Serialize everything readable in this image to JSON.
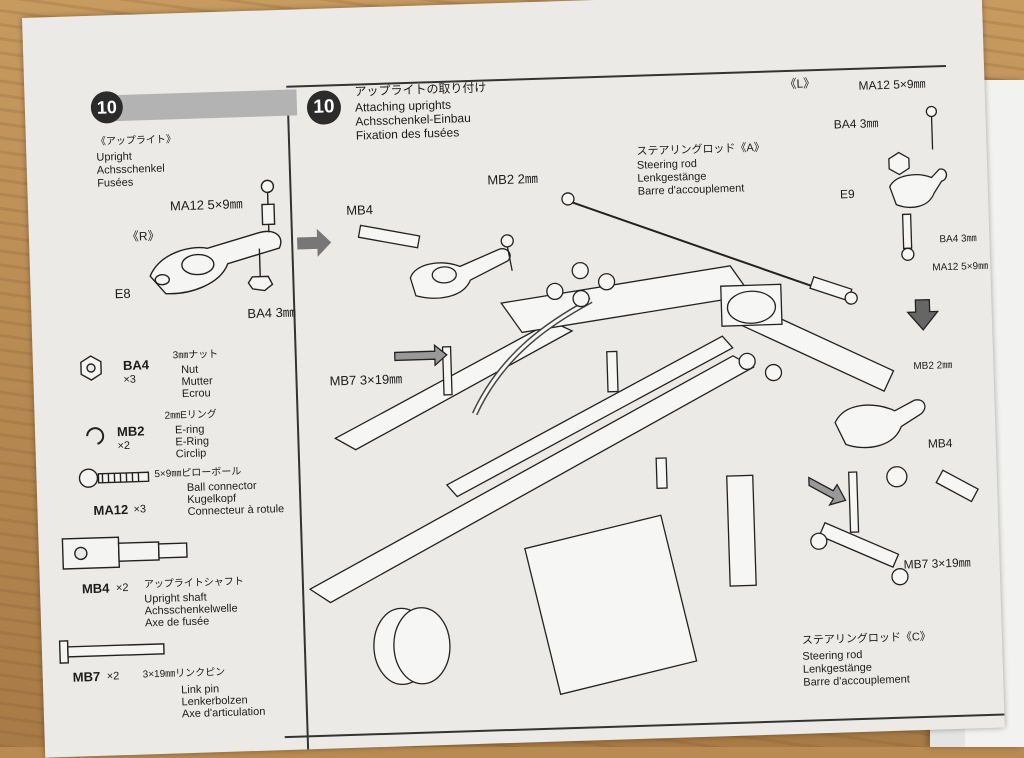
{
  "left": {
    "step": "10",
    "upright_jp": "《アップライト》",
    "upright_en": "Upright",
    "upright_de": "Achsschenkel",
    "upright_fr": "Fusées",
    "side_r": "《R》",
    "ma12_label": "MA12 5×9㎜",
    "e8_label": "E8",
    "ba4_label": "BA4 3㎜"
  },
  "parts": [
    {
      "code": "BA4",
      "qty": "×3",
      "jp": "3㎜ナット",
      "en": "Nut",
      "de": "Mutter",
      "fr": "Ecrou"
    },
    {
      "code": "MB2",
      "qty": "×2",
      "jp": "2㎜Eリング",
      "en": "E-ring",
      "de": "E-Ring",
      "fr": "Circlip"
    },
    {
      "code": "MA12",
      "qty": "×3",
      "jp": "5×9㎜ピローボール",
      "en": "Ball connector",
      "de": "Kugelkopf",
      "fr": "Connecteur à rotule"
    },
    {
      "code": "MB4",
      "qty": "×2",
      "jp": "アップライトシャフト",
      "en": "Upright shaft",
      "de": "Achsschenkelwelle",
      "fr": "Axe de fusée"
    },
    {
      "code": "MB7",
      "qty": "×2",
      "jp": "3×19㎜リンクピン",
      "en": "Link pin",
      "de": "Lenkerbolzen",
      "fr": "Axe d'articulation"
    }
  ],
  "main": {
    "step": "10",
    "title_jp": "アップライトの取り付け",
    "title_en": "Attaching uprights",
    "title_de": "Achsschenkel-Einbau",
    "title_fr": "Fixation des fusées",
    "side_l": "《L》",
    "mb4_left": "MB4",
    "mb2_top": "MB2 2㎜",
    "mb7_left": "MB7 3×19㎜",
    "rod_a_jp": "ステアリングロッド《A》",
    "rod_a_en": "Steering rod",
    "rod_a_de": "Lenkgestänge",
    "rod_a_fr": "Barre d'accouplement",
    "ma12_top": "MA12 5×9㎜",
    "ba4_top": "BA4 3㎜",
    "e9": "E9",
    "ba4_right": "BA4 3㎜",
    "ma12_right": "MA12 5×9㎜",
    "mb2_right": "MB2 2㎜",
    "mb4_right": "MB4",
    "mb7_right": "MB7 3×19㎜",
    "rod_c_jp": "ステアリングロッド《C》",
    "rod_c_en": "Steering rod",
    "rod_c_de": "Lenkgestänge",
    "rod_c_fr": "Barre d'accouplement"
  }
}
